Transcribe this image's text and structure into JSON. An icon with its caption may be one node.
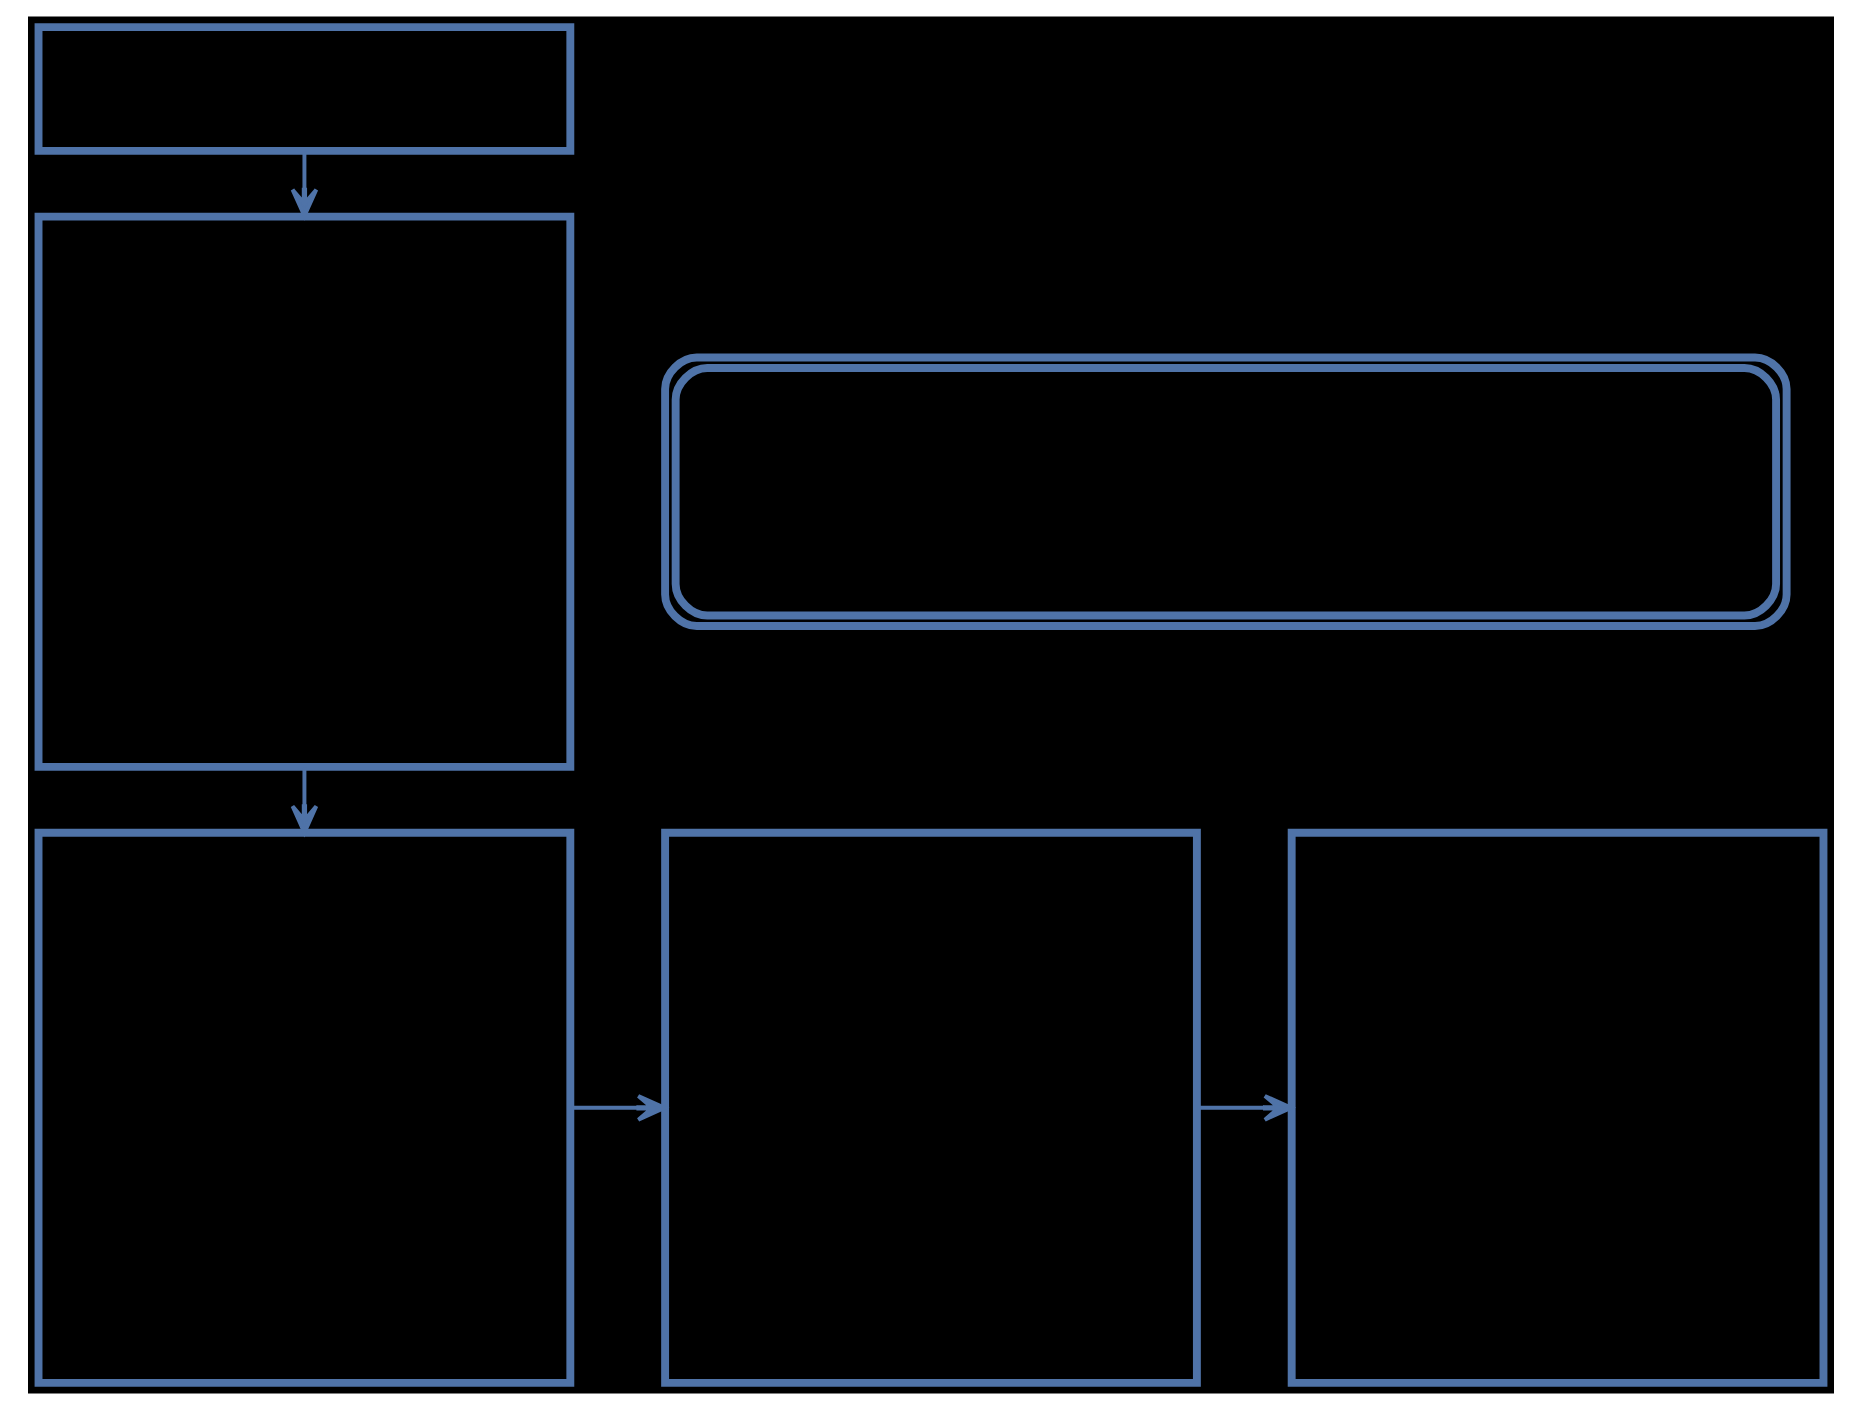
{
  "diagram": {
    "nodes": [
      {
        "text": [],
        "shape": "box"
      },
      {
        "text": [],
        "shape": "box"
      },
      {
        "text": [],
        "shape": "box"
      },
      {
        "text": [],
        "shape": "box"
      },
      {
        "text": [],
        "shape": "box"
      },
      {
        "text": [],
        "shape": "box"
      }
    ],
    "edges": [
      {
        "from": 0,
        "to": 1,
        "arrow": "to"
      },
      {
        "from": 1,
        "to": 3,
        "arrow": "to"
      },
      {
        "from": 3,
        "to": 4,
        "arrow": "to"
      },
      {
        "from": 4,
        "to": 5,
        "arrow": "to"
      }
    ]
  }
}
